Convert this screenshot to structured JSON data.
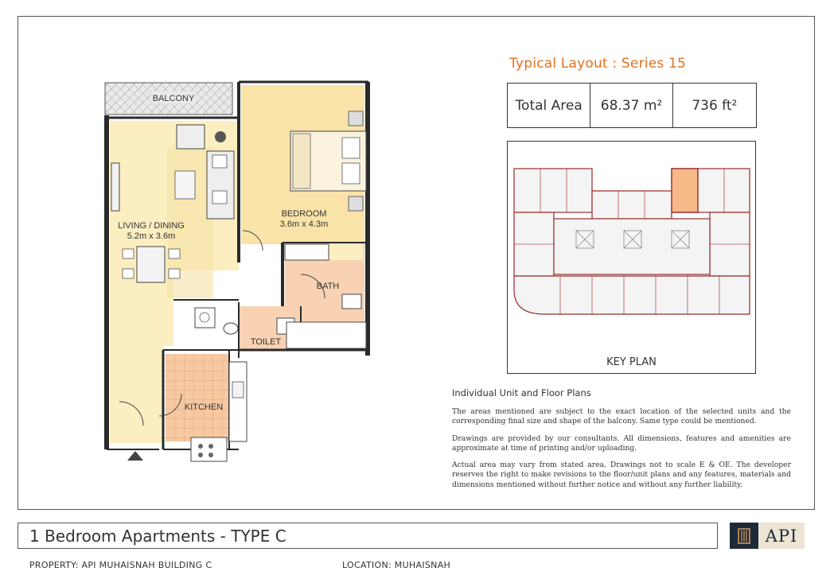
{
  "layout": {
    "title": "Typical Layout : Series 15",
    "area": {
      "label": "Total Area",
      "sqm": "68.37 m²",
      "sqft": "736 ft²"
    }
  },
  "plan": {
    "rooms": {
      "balcony": "BALCONY",
      "living_name": "LIVING / DINING",
      "living_dims": "5.2m x 3.6m",
      "bedroom_name": "BEDROOM",
      "bedroom_dims": "3.6m x 4.3m",
      "bath": "BATH",
      "toilet": "TOILET",
      "kitchen": "KITCHEN"
    }
  },
  "key_plan": {
    "label": "KEY PLAN"
  },
  "notes": {
    "heading": "Individual Unit and Floor Plans",
    "p1": "The areas mentioned are subject to the exact location of  the selected units and the corresponding final size and shape of the balcony.  Same type could be mentioned.",
    "p2": "Drawings are provided by our consultants. All dimensions, features and amenities are approximate at time of printing and/or uploading.",
    "p3": "Actual area may vary from stated area. Drawings not to scale E & OE. The developer reserves the right to make revisions to the floor/unit plans and any features, materials and dimensions mentioned without further notice and without any further liability."
  },
  "unit_type": "1 Bedroom Apartments - TYPE C",
  "brand": {
    "name": "API"
  },
  "footer": {
    "property": "PROPERTY: API MUHAISNAH BUILDING C",
    "location": "LOCATION: MUHAISNAH"
  },
  "colors": {
    "accent_orange": "#e4701e",
    "living_floor": "#fbeec0",
    "bedroom_floor": "#f9e3a8",
    "wet_area": "#f8d2b2",
    "wall": "#2a2a2a",
    "logo_dark": "#1e2a38",
    "logo_light": "#ece4d4",
    "key_plan_line": "#9b2a2a"
  },
  "icons": {
    "entrance": "entrance-arrow-icon",
    "logo": "api-logo-icon"
  }
}
